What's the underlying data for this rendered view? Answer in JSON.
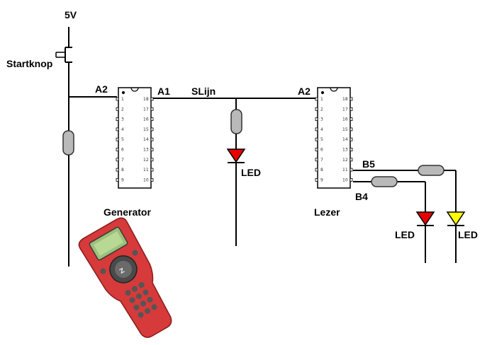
{
  "labels": {
    "supply": "5V",
    "start_button": "Startknop",
    "generator_in": "A2",
    "generator_out": "A1",
    "signal_line": "SLijn",
    "reader_in": "A2",
    "reader_b5": "B5",
    "reader_b4": "B4",
    "led_middle": "LED",
    "led_red": "LED",
    "led_yellow": "LED",
    "generator_name": "Generator",
    "reader_name": "Lezer"
  },
  "chip": {
    "left_pins": [
      "1",
      "2",
      "3",
      "4",
      "5",
      "6",
      "7",
      "8",
      "9"
    ],
    "right_pins": [
      "18",
      "17",
      "16",
      "15",
      "14",
      "13",
      "12",
      "11",
      "10"
    ]
  },
  "colors": {
    "led_middle": "#e60000",
    "led_red": "#e60000",
    "led_yellow": "#ffff00",
    "resistor": "#b9b9b9",
    "controller_body": "#d63a3a"
  },
  "icons": {
    "controller": "handheld-controller-icon"
  }
}
